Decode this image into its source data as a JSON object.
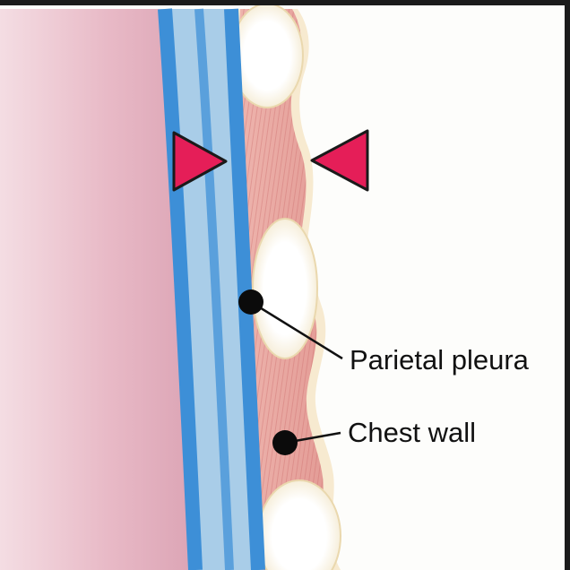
{
  "figure": {
    "labels": [
      {
        "id": "parietal",
        "text": "Parietal pleura"
      },
      {
        "id": "chest",
        "text": "Chest wall"
      }
    ]
  },
  "colors": {
    "lung": "#e7bcc8",
    "pleura_dark": "#3d8fd7",
    "pleura_light": "#a9cde8",
    "muscle": "#e7a8a2",
    "rib": "#ffffff",
    "rib_edge": "#ecdcb6",
    "wall_edge": "#f6e6c4",
    "arrowhead": "#e51e58",
    "marker": "#0b0b0b",
    "frame": "#1b1b1b"
  },
  "icons": [
    "arrowhead-right-icon",
    "arrowhead-left-icon",
    "marker-dot-icon"
  ]
}
